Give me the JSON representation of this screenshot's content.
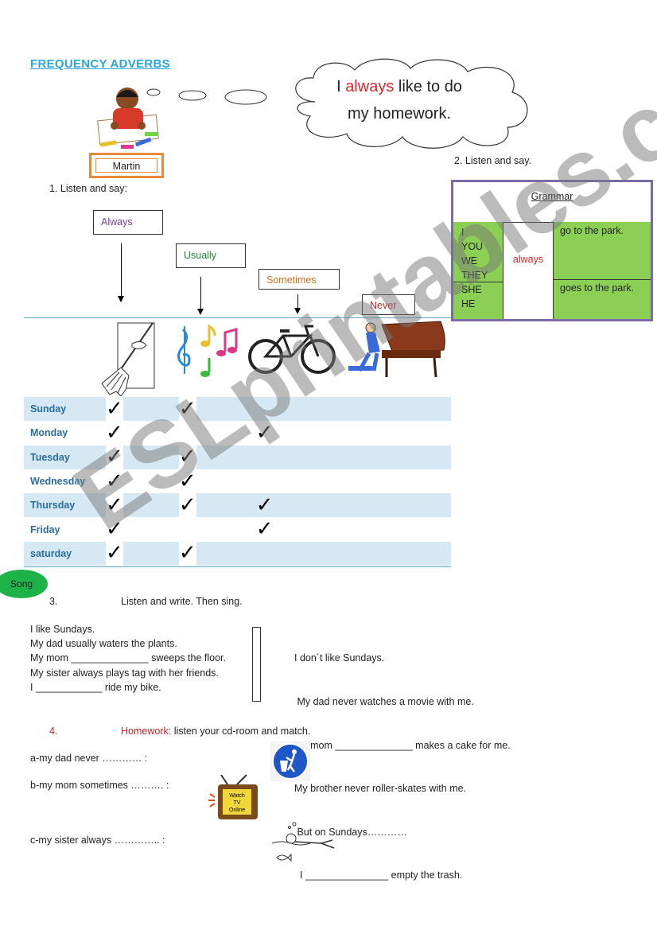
{
  "title": "FREQUENCY ADVERBS",
  "speech": {
    "pre": "I ",
    "highlight": "always",
    "post": " like to do",
    "line2": "my homework."
  },
  "name_label": "Martin",
  "ex2_label": "2. Listen and say.",
  "ex1_label": "1.    Listen and say:",
  "adverbs": {
    "always": "Always",
    "usually": "Usually",
    "sometimes": "Sometimes",
    "never": "Never"
  },
  "colors": {
    "always": "#7a3a9a",
    "usually": "#1f8a3a",
    "sometimes": "#d0701a",
    "never": "#c8242a",
    "grammar_green": "#8ccf55",
    "table_shade": "#d5e8f3",
    "day_text": "#2a6d9e",
    "title": "#2aa6d8"
  },
  "grammar": {
    "header": "Grammar",
    "pronouns_plural": [
      "I",
      "YOU",
      "WE",
      "THEY"
    ],
    "pronouns_singular": [
      "SHE",
      "HE"
    ],
    "adverb": "always",
    "phrase_plural": "go to the park.",
    "phrase_singular": "goes to the park."
  },
  "days": [
    "Sunday",
    "Monday",
    "Tuesday",
    "Wednesday",
    "Thursday",
    "Friday",
    "saturday"
  ],
  "checks": [
    [
      true,
      true,
      false
    ],
    [
      true,
      false,
      true
    ],
    [
      true,
      true,
      false
    ],
    [
      true,
      true,
      false
    ],
    [
      true,
      true,
      true
    ],
    [
      true,
      false,
      true
    ],
    [
      true,
      true,
      false
    ]
  ],
  "check_glyph": "✓",
  "song_badge": "Song",
  "ex3": {
    "number": "3.",
    "instruction": "Listen and write. Then sing."
  },
  "song_left": [
    "I like Sundays.",
    "My dad usually waters the plants.",
    "My mom ______________ sweeps the floor.",
    "My sister always plays tag with her friends.",
    "I ____________ ride my bike."
  ],
  "song_right": [
    "I don´t like Sundays.",
    " My dad never watches a movie with me.",
    "My mom ______________ makes a cake for me.",
    "My brother never roller-skates with me.",
    " But on Sundays…………",
    "  I _______________ empty the trash."
  ],
  "ex4": {
    "number": "4.",
    "label": "Homework:",
    "instruction": " listen your cd-room and match."
  },
  "match": [
    "a-my dad never ………… :",
    "b-my mom sometimes ……….  :",
    "c-my sister always …………..   :"
  ],
  "tv_text": [
    "Watch",
    "TV",
    "Online"
  ],
  "watermark": "ESLprintables.com",
  "icons": [
    "boy-drawing-icon",
    "broom-icon",
    "music-notes-icon",
    "bicycle-icon",
    "piano-player-icon",
    "trash-bin-sign-icon",
    "tv-icon",
    "swimmer-icon"
  ]
}
